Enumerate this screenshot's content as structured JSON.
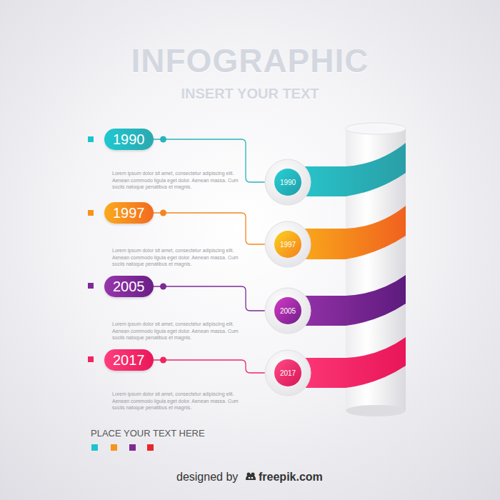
{
  "diagram": {
    "title": "INFOGRAPHIC",
    "nodes": [
      {
        "text": [
          "1990"
        ]
      },
      {
        "text": [
          "1990"
        ]
      },
      {
        "text": [
          "1997"
        ]
      },
      {
        "text": [
          "1997"
        ]
      },
      {
        "text": [
          "2005"
        ]
      },
      {
        "text": [
          "2005"
        ]
      },
      {
        "text": [
          "2017"
        ]
      },
      {
        "text": [
          "2017"
        ]
      }
    ],
    "edges": [
      {
        "from": 0,
        "to": 1,
        "arrow": "none"
      },
      {
        "from": 2,
        "to": 3,
        "arrow": "none"
      },
      {
        "from": 4,
        "to": 5,
        "arrow": "none"
      },
      {
        "from": 6,
        "to": 7,
        "arrow": "none"
      }
    ],
    "labels": [
      "INSERT YOUR TEXT",
      "Lorem ipsum dolor sit amet, consectetur adipiscing elit. Aenean commodo ligula eget dolor. Aenean massa. Cum sociis natoque penatibus et magnis.",
      "Lorem ipsum dolor sit amet, consectetur adipiscing elit. Aenean commodo ligula eget dolor. Aenean massa. Cum sociis natoque penatibus et magnis.",
      "Lorem ipsum dolor sit amet, consectetur adipiscing elit. Aenean commodo ligula eget dolor. Aenean massa. Cum sociis natoque penatibus et magnis.",
      "Lorem ipsum dolor sit amet, consectetur adipiscing elit. Aenean commodo ligula eget dolor. Aenean massa. Cum sociis natoque penatibus et magnis.",
      "PLACE YOUR TEXT HERE",
      "designed by",
      "freepik.com"
    ]
  }
}
